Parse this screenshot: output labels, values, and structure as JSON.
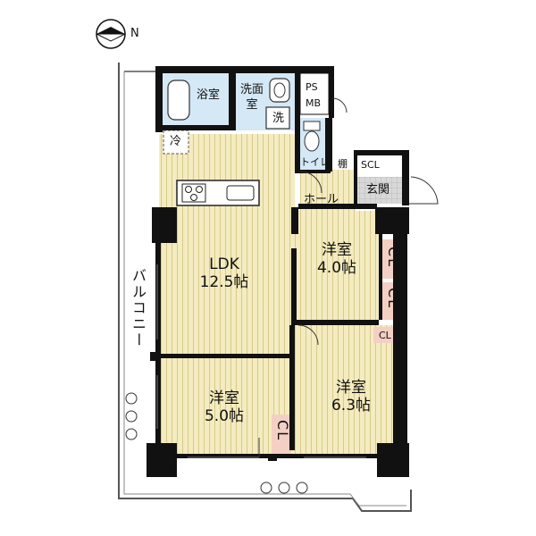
{
  "compass": {
    "north_label": "N"
  },
  "rooms": {
    "bath": "浴室",
    "washroom": "洗面室",
    "washer": "洗",
    "ps": "PS",
    "mb": "MB",
    "fridge": "冷",
    "toilet": "トイレ",
    "shelf": "棚",
    "scl": "SCL",
    "entrance": "玄関",
    "hall": "ホール",
    "ldk_name": "LDK",
    "ldk_size": "12.5帖",
    "west1_name": "洋室",
    "west1_size": "4.0帖",
    "west2_name": "洋室",
    "west2_size": "5.0帖",
    "west3_name": "洋室",
    "west3_size": "6.3帖",
    "cl": "CL",
    "balcony": "バルコニー"
  },
  "colors": {
    "floor_wood": "#f4ecc0",
    "floor_line": "#d8c98a",
    "wet_area": "#d4e8f6",
    "closet": "#f4cfc3",
    "wall": "#111111",
    "entrance_floor": "#d8d8d8"
  }
}
